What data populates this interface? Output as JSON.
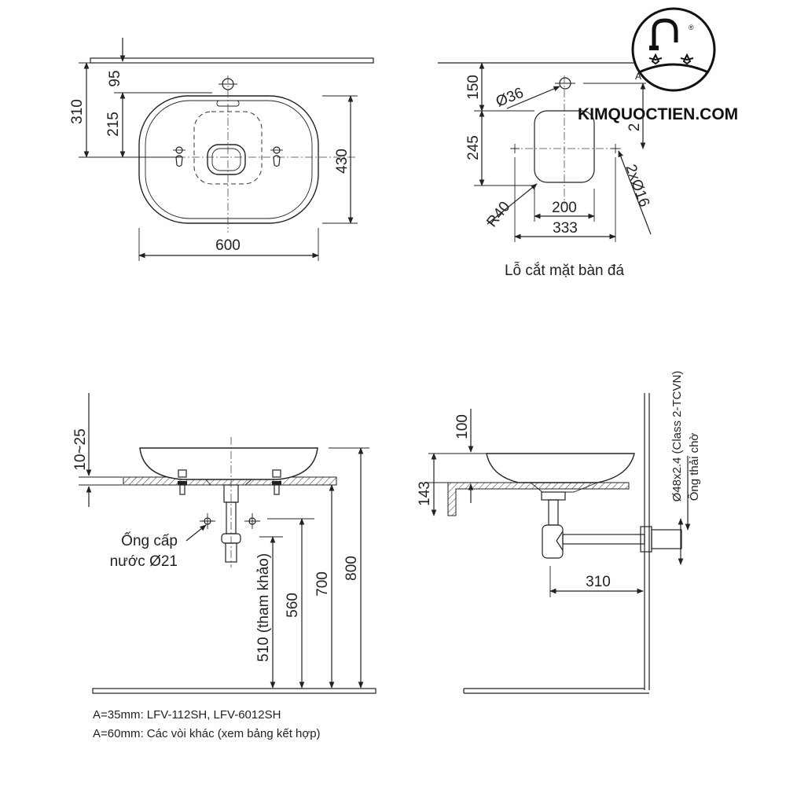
{
  "brand": {
    "name": "KIMQUOCTIEN.COM",
    "registered_mark": "®",
    "logo_letter": "A"
  },
  "top_view": {
    "dims": {
      "d95": "95",
      "d310": "310",
      "d215": "215",
      "d430": "430",
      "d600": "600"
    }
  },
  "cutout": {
    "title": "Lỗ cắt mặt bàn đá",
    "dims": {
      "d150": "150",
      "d245": "245",
      "d36": "Ø36",
      "dR40": "R40",
      "d200": "200",
      "d333": "333",
      "d2x16": "2xØ16",
      "d2": "2"
    }
  },
  "front_view": {
    "dims": {
      "d10_25": "10~25",
      "d510": "510 (tham khảo)",
      "d560": "560",
      "d700": "700",
      "d800": "800"
    },
    "supply_label_line1": "Ống cấp",
    "supply_label_line2": "nước Ø21"
  },
  "side_view": {
    "dims": {
      "d100": "100",
      "d143": "143",
      "d310": "310"
    },
    "drain_spec": "Ø48x2.4 (Class 2-TCVN)",
    "drain_label": "Ống thải chờ"
  },
  "notes": [
    "A=35mm: LFV-112SH, LFV-6012SH",
    "A=60mm: Các vòi khác (xem bảng kết hợp)"
  ]
}
